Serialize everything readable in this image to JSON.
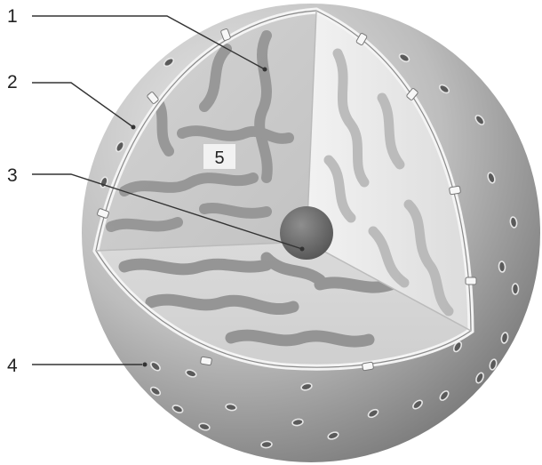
{
  "diagram": {
    "callouts": [
      {
        "number": "1"
      },
      {
        "number": "2"
      },
      {
        "number": "3"
      },
      {
        "number": "4"
      }
    ],
    "inner_label": "5"
  },
  "colors": {
    "sphere_light": "#e8e8e8",
    "sphere_dark": "#7c7c7c",
    "cut_face_light": "#eeeeee",
    "cut_face_mid": "#c9c9c9",
    "stripe": "#8e8e8e",
    "nucleus": "#6f6f6f",
    "pore": "#5a5a5a",
    "envelope": "#f4f4f4",
    "leader_line": "#333333"
  }
}
